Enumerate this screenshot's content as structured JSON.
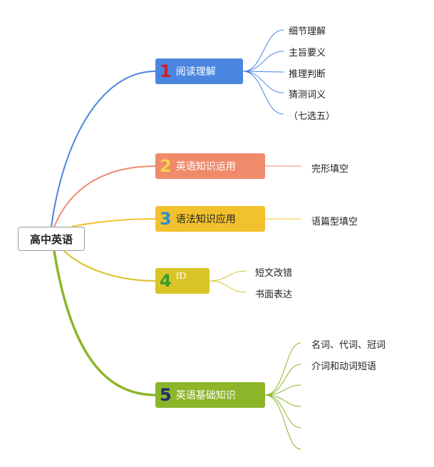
{
  "root": {
    "label": "高中英语"
  },
  "branches": [
    {
      "number": "1",
      "label": "阅读理解",
      "color": "#4a86e0",
      "number_color": "#d0202a",
      "line_color": "#4a86e0",
      "leaves": [
        "细节理解",
        "主旨要义",
        "推理判断",
        "猜测词义",
        "（七选五）"
      ]
    },
    {
      "number": "2",
      "label": "英语知识运用",
      "color": "#ef8a6b",
      "number_color": "#f7d34a",
      "line_color": "#ef8a6b",
      "leaves": [
        "完形填空"
      ]
    },
    {
      "number": "3",
      "label": "语法知识应用",
      "color": "#f2c12e",
      "number_color": "#2a8fd0",
      "line_color": "#f2c12e",
      "leaves": [
        "语篇型填空"
      ]
    },
    {
      "number": "4",
      "label": "fD",
      "color": "#d8c426",
      "number_color": "#3b9a2a",
      "line_color": "#d8c426",
      "leaves": [
        "短文改错",
        "书面表达"
      ]
    },
    {
      "number": "5",
      "label": "英语基础知识",
      "color": "#8db52a",
      "number_color": "#1c2f6e",
      "line_color": "#8db52a",
      "leaves": [
        "名词、代词、冠词",
        "介词和动词短语",
        "",
        "",
        "",
        ""
      ]
    }
  ]
}
